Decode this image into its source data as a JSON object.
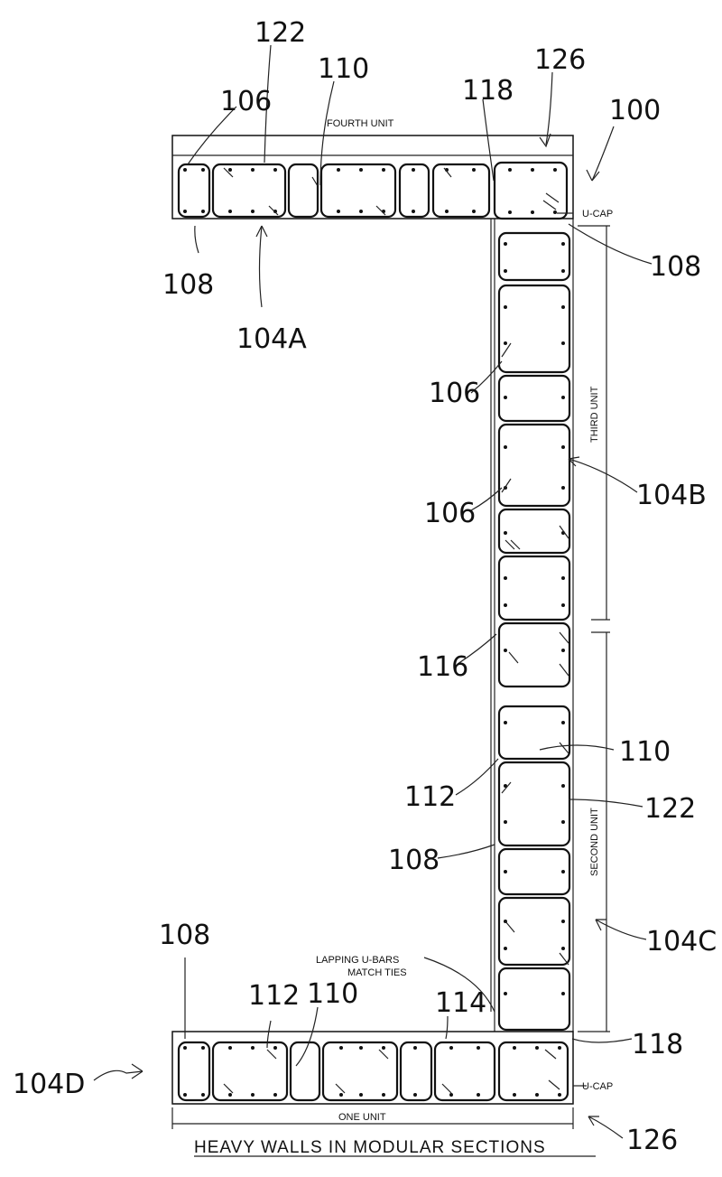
{
  "figure": {
    "title": "HEAVY WALLS IN MODULAR SECTIONS",
    "unit_labels": {
      "fourth": "FOURTH UNIT",
      "third": "THIRD UNIT",
      "second": "SECOND UNIT",
      "one": "ONE UNIT"
    },
    "notes": {
      "u_cap_top": "U-CAP",
      "u_cap_bottom": "U-CAP",
      "lapping_line1": "LAPPING U-BARS",
      "lapping_line2": "MATCH TIES"
    },
    "reference_numerals": {
      "n122_top": "122",
      "n110_top": "110",
      "n126_top": "126",
      "n100": "100",
      "n106_top": "106",
      "n118_top": "118",
      "n108_left": "108",
      "n108_right": "108",
      "n104a": "104A",
      "n106_mid1": "106",
      "n106_mid2": "106",
      "n104b": "104B",
      "n116": "116",
      "n110_right": "110",
      "n112_mid": "112",
      "n122_right": "122",
      "n108_mid": "108",
      "n104c": "104C",
      "n108_bottom": "108",
      "n112_bottom": "112",
      "n110_bottom": "110",
      "n114": "114",
      "n118_bottom": "118",
      "n104d": "104D",
      "n126_bottom": "126"
    }
  }
}
